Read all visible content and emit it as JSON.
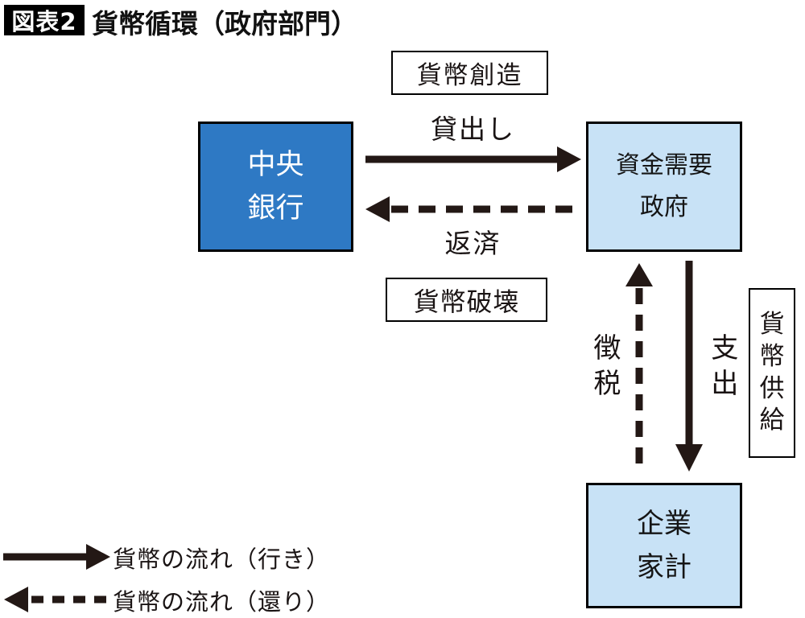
{
  "header": {
    "badge": "図表2",
    "title": "貨幣循環（政府部門）"
  },
  "nodes": {
    "central_bank": {
      "line1": "中央",
      "line2": "銀行"
    },
    "government": {
      "line1": "資金需要",
      "line2": "政府"
    },
    "firms_households": {
      "line1": "企業",
      "line2": "家計"
    }
  },
  "labels": {
    "money_creation": "貨幣創造",
    "lending": "貸出し",
    "repayment": "返済",
    "money_destruction": "貨幣破壊",
    "taxation": "徴税",
    "expenditure": "支出",
    "money_supply": "貨幣供給"
  },
  "legend": {
    "going": {
      "style": "solid",
      "label": "貨幣の流れ（行き）"
    },
    "return": {
      "style": "dashed",
      "label": "貨幣の流れ（還り）"
    }
  },
  "colors": {
    "arrow": "#231815",
    "box_dark_blue": "#2e79c4",
    "box_light_blue": "#c8e2f6",
    "border": "#000000"
  }
}
